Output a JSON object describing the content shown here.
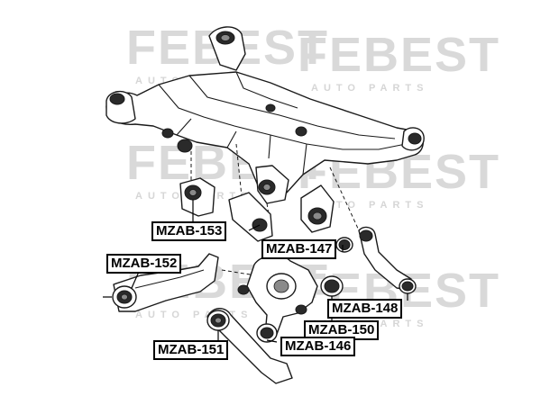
{
  "watermark": {
    "brand": "FEBEST",
    "tagline": "AUTO PARTS"
  },
  "callouts": [
    {
      "id": "mzab-153",
      "label": "MZAB-153"
    },
    {
      "id": "mzab-147",
      "label": "MZAB-147"
    },
    {
      "id": "mzab-152",
      "label": "MZAB-152"
    },
    {
      "id": "mzab-148",
      "label": "MZAB-148"
    },
    {
      "id": "mzab-150",
      "label": "MZAB-150"
    },
    {
      "id": "mzab-146",
      "label": "MZAB-146"
    },
    {
      "id": "mzab-151",
      "label": "MZAB-151"
    }
  ],
  "colors": {
    "line": "#1a1a1a",
    "part_fill": "#ffffff",
    "shade": "#7a7a7a",
    "watermark": "#d9d9d9"
  }
}
